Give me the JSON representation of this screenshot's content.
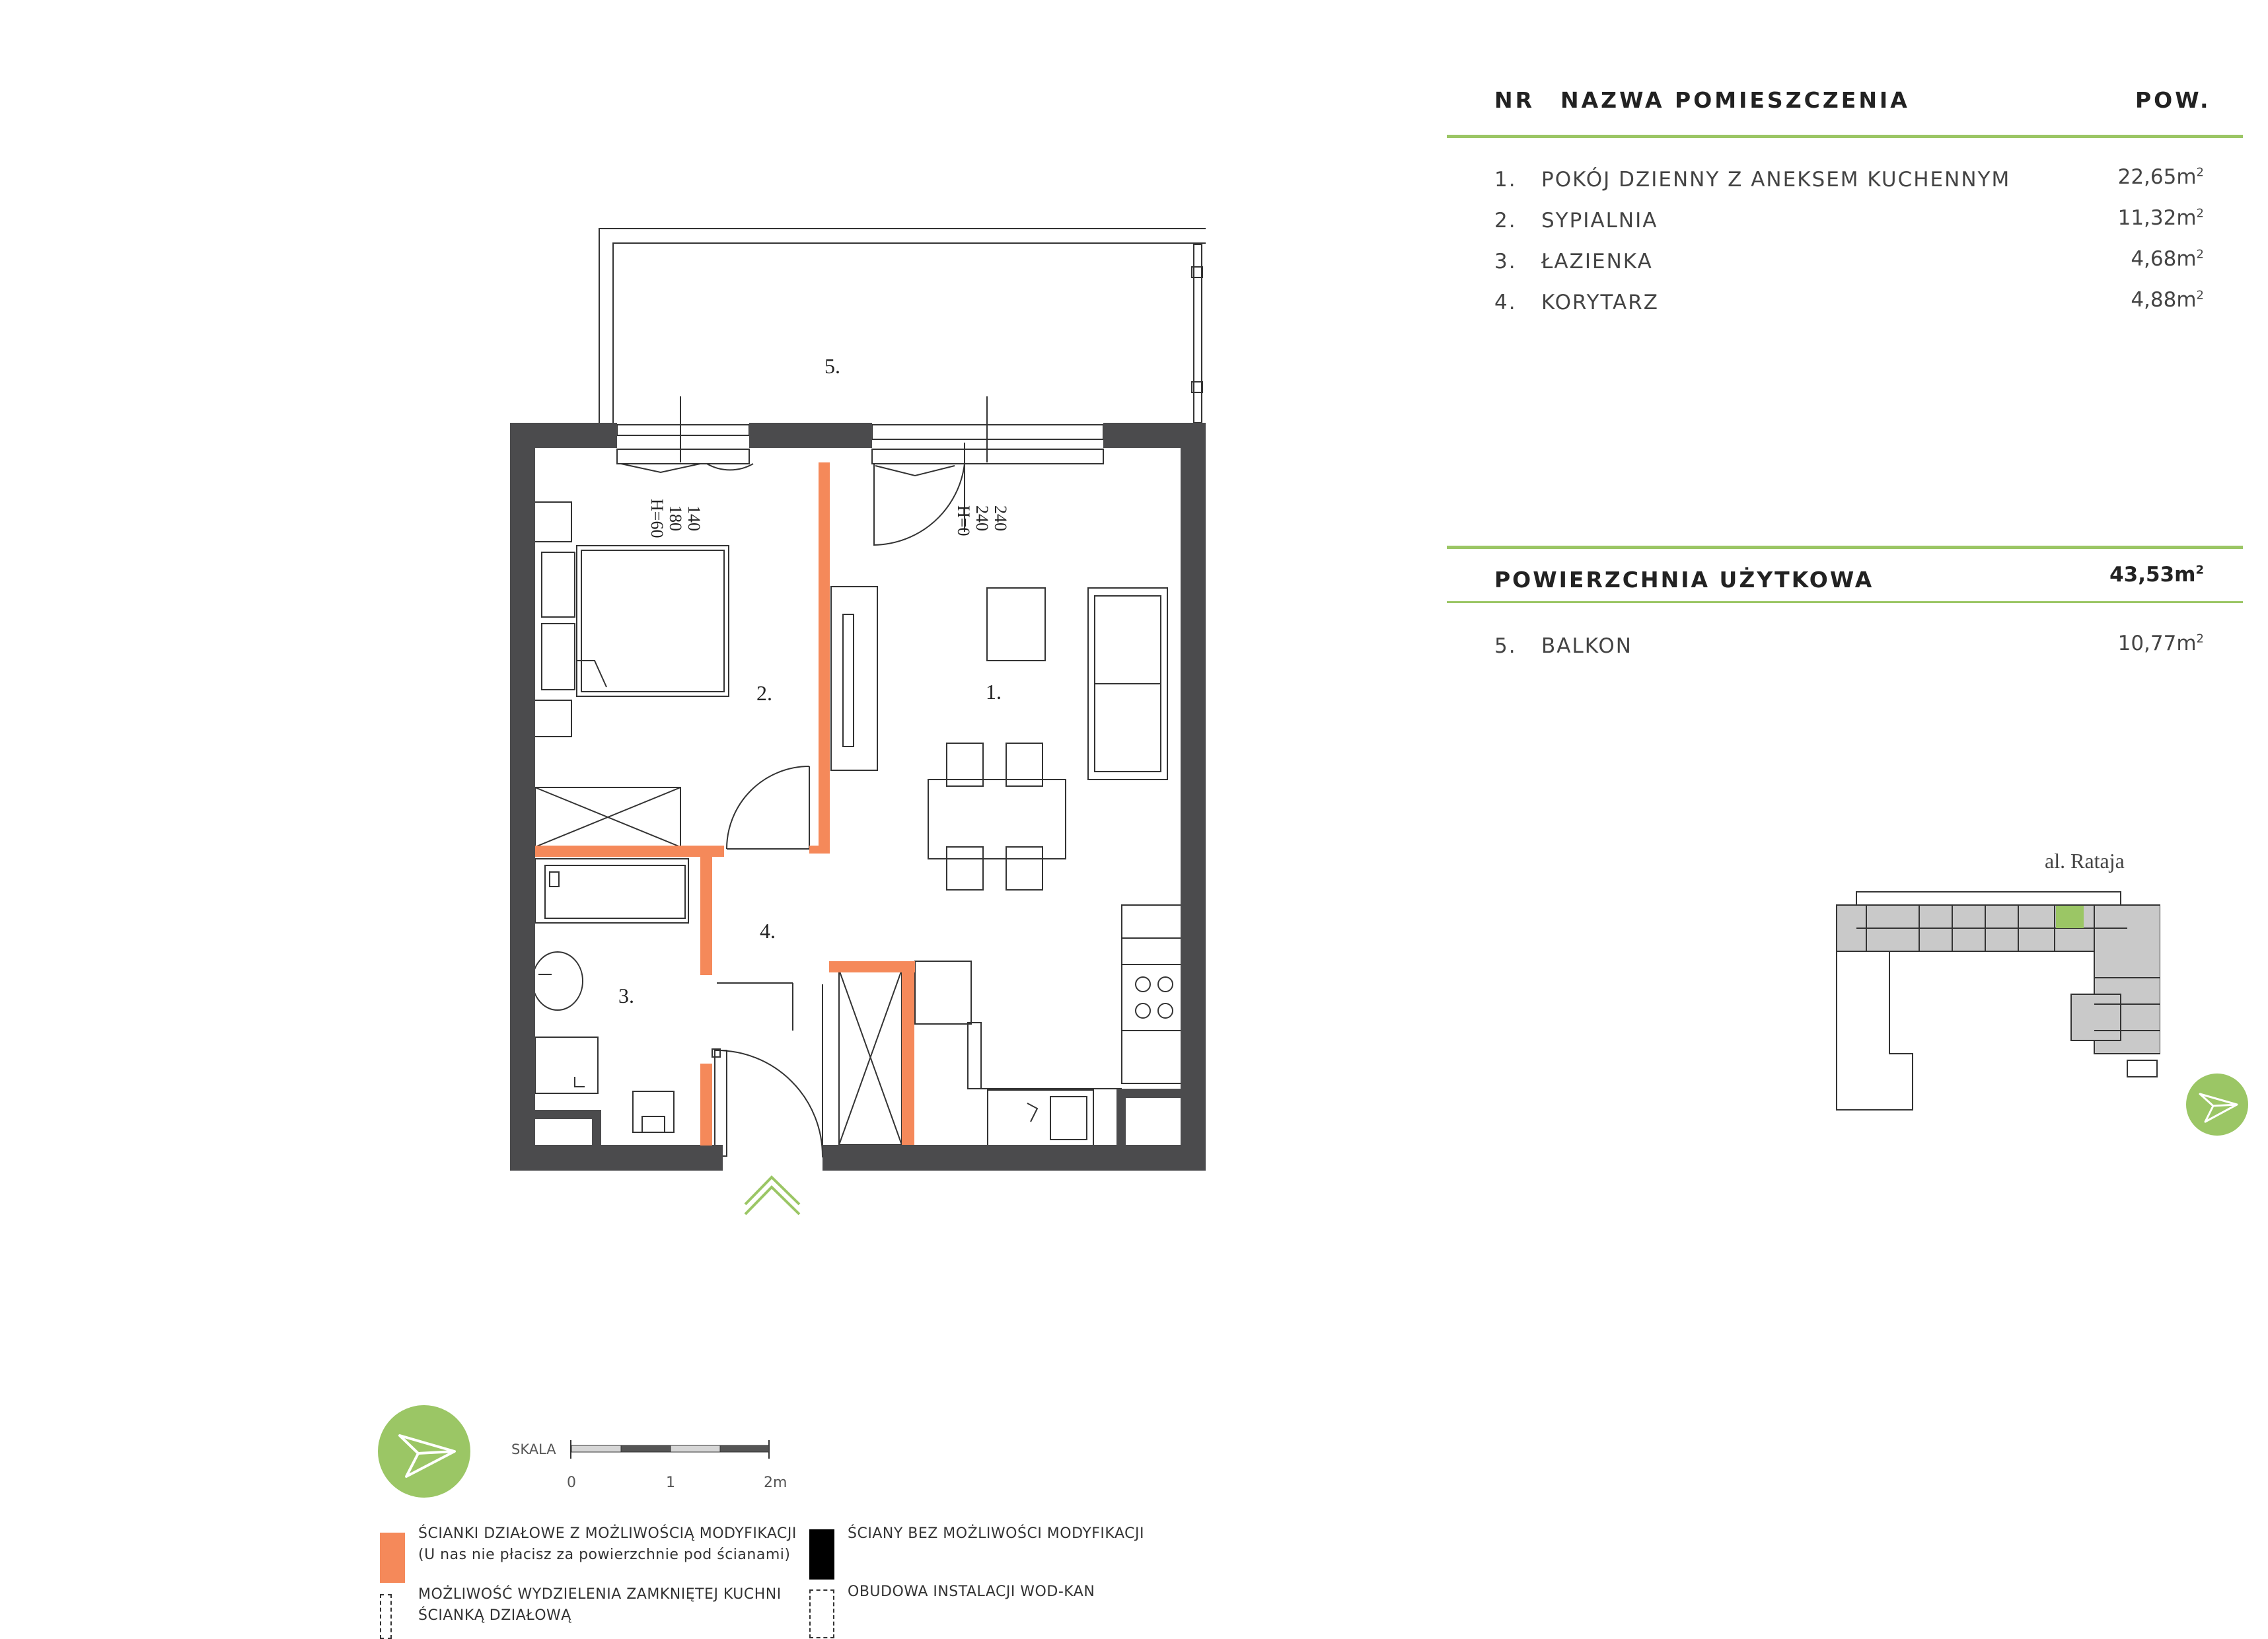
{
  "table": {
    "col_nr": "NR",
    "col_name": "NAZWA POMIESZCZENIA",
    "col_area": "POW.",
    "rooms": [
      {
        "nr": "1.",
        "name": "POKÓJ DZIENNY Z ANEKSEM KUCHENNYM",
        "area": "22,65m",
        "unit_exp": "2"
      },
      {
        "nr": "2.",
        "name": "SYPIALNIA",
        "area": "11,32m",
        "unit_exp": "2"
      },
      {
        "nr": "3.",
        "name": "ŁAZIENKA",
        "area": "4,68m",
        "unit_exp": "2"
      },
      {
        "nr": "4.",
        "name": "KORYTARZ",
        "area": "4,88m",
        "unit_exp": "2"
      }
    ],
    "usable_label": "POWIERZCHNIA UŻYTKOWA",
    "usable_area": "43,53m",
    "usable_exp": "2",
    "balcony": {
      "nr": "5.",
      "name": "BALKON",
      "area": "10,77m",
      "unit_exp": "2"
    }
  },
  "plan": {
    "room_labels": [
      "1.",
      "2.",
      "3.",
      "4.",
      "5."
    ],
    "window_left": [
      "140",
      "180",
      "H=60"
    ],
    "window_right": [
      "240",
      "240",
      "H=0"
    ]
  },
  "key_plan": {
    "street_label": "al. Rataja"
  },
  "scale": {
    "label": "SKALA",
    "ticks": [
      "0",
      "1",
      "2m"
    ]
  },
  "legend": {
    "orange_line1": "ŚCIANKI DZIAŁOWE Z MOŻLIWOŚCIĄ MODYFIKACJI",
    "orange_line2": "(U nas nie płacisz za powierzchnie pod ścianami)",
    "kitchen_line1": "MOŻLIWOŚĆ WYDZIELENIA ZAMKNIĘTEJ KUCHNI",
    "kitchen_line2": "ŚCIANKĄ DZIAŁOWĄ",
    "black_line": "ŚCIANY BEZ MOŻLIWOŚCI MODYFIKACJI",
    "dashed_line": "OBUDOWA INSTALACJI WOD-KAN"
  },
  "colors": {
    "accent_green": "#9bc665",
    "modifiable_wall": "#f5895a",
    "fixed_wall": "#4b4b4d"
  }
}
